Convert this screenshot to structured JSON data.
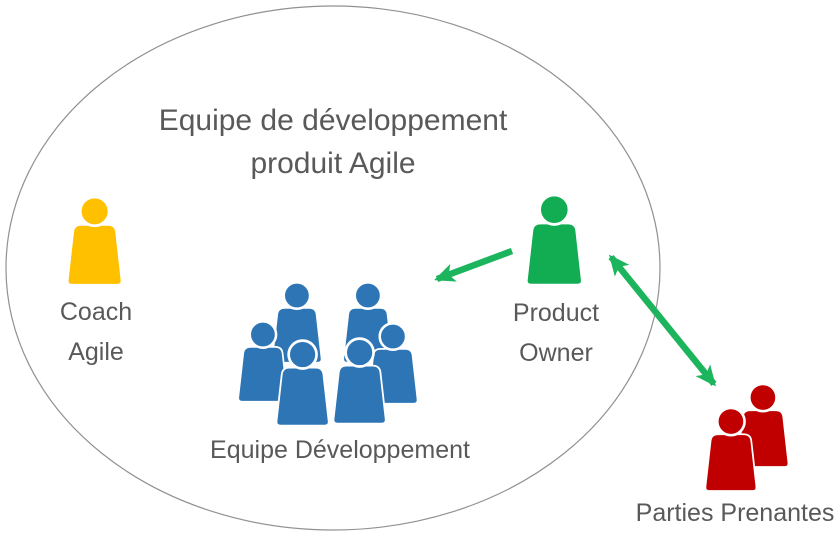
{
  "title": {
    "line1": "Equipe de développement",
    "line2": "produit Agile"
  },
  "nodes": {
    "coach_agile": {
      "label_line1": "Coach",
      "label_line2": "Agile",
      "icon": "person-icon",
      "color": "#FFC000"
    },
    "dev_team": {
      "label": "Equipe Développement",
      "icon": "people-group-icon",
      "color": "#2E75B6"
    },
    "product_owner": {
      "label_line1": "Product",
      "label_line2": "Owner",
      "icon": "person-icon",
      "color": "#12AC52"
    },
    "stakeholders": {
      "label": "Parties Prenantes",
      "icon": "people-pair-icon",
      "color": "#C00000"
    }
  },
  "connections": [
    {
      "from": "product_owner",
      "to": "dev_team",
      "style": "single-arrow"
    },
    {
      "from": "product_owner",
      "to": "stakeholders",
      "style": "double-arrow"
    }
  ],
  "colors": {
    "coach-yellow": "#FFC000",
    "po-green": "#12AC52",
    "team-blue": "#2E75B6",
    "stakeholder-red": "#C00000",
    "arrow-green": "#1CB45C",
    "label-gray": "#595959",
    "ellipse-gray": "#919191"
  }
}
